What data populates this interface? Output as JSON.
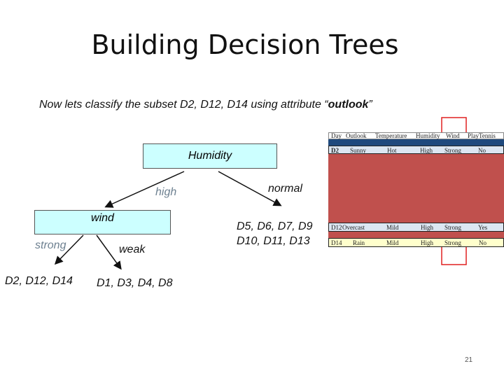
{
  "title": "Building Decision Trees",
  "subtitle": {
    "prefix": "Now  lets classify the  subset D2, D12, D14 using attribute “",
    "bold": "outlook",
    "suffix": "”"
  },
  "tree": {
    "root": "Humidity",
    "edge_high": "high",
    "edge_normal": "normal",
    "wind_node": "wind",
    "edge_strong": "strong",
    "edge_weak": "weak",
    "leaf_strong": "D2, D12, D14",
    "leaf_weak": "D1, D3, D4, D8",
    "leaf_normal_1": "D5, D6, D7, D9",
    "leaf_normal_2": "D10, D11, D13"
  },
  "table": {
    "headers": [
      "Day",
      "Outlook",
      "Temperature",
      "Humidity",
      "Wind",
      "PlayTennis"
    ],
    "rows": [
      [
        "D2",
        "Sunny",
        "Hot",
        "High",
        "Strong",
        "No"
      ],
      [
        "D12",
        "Overcast",
        "Mild",
        "High",
        "Strong",
        "Yes"
      ],
      [
        "D14",
        "Rain",
        "Mild",
        "High",
        "Strong",
        "No"
      ]
    ],
    "colors": {
      "blue_bar": "#1f497d",
      "red_mask": "#c0504d",
      "row_light": "#dce6f2",
      "row_yellow": "#ffffcc",
      "highlight": "#e02020"
    }
  },
  "page_number": "21"
}
